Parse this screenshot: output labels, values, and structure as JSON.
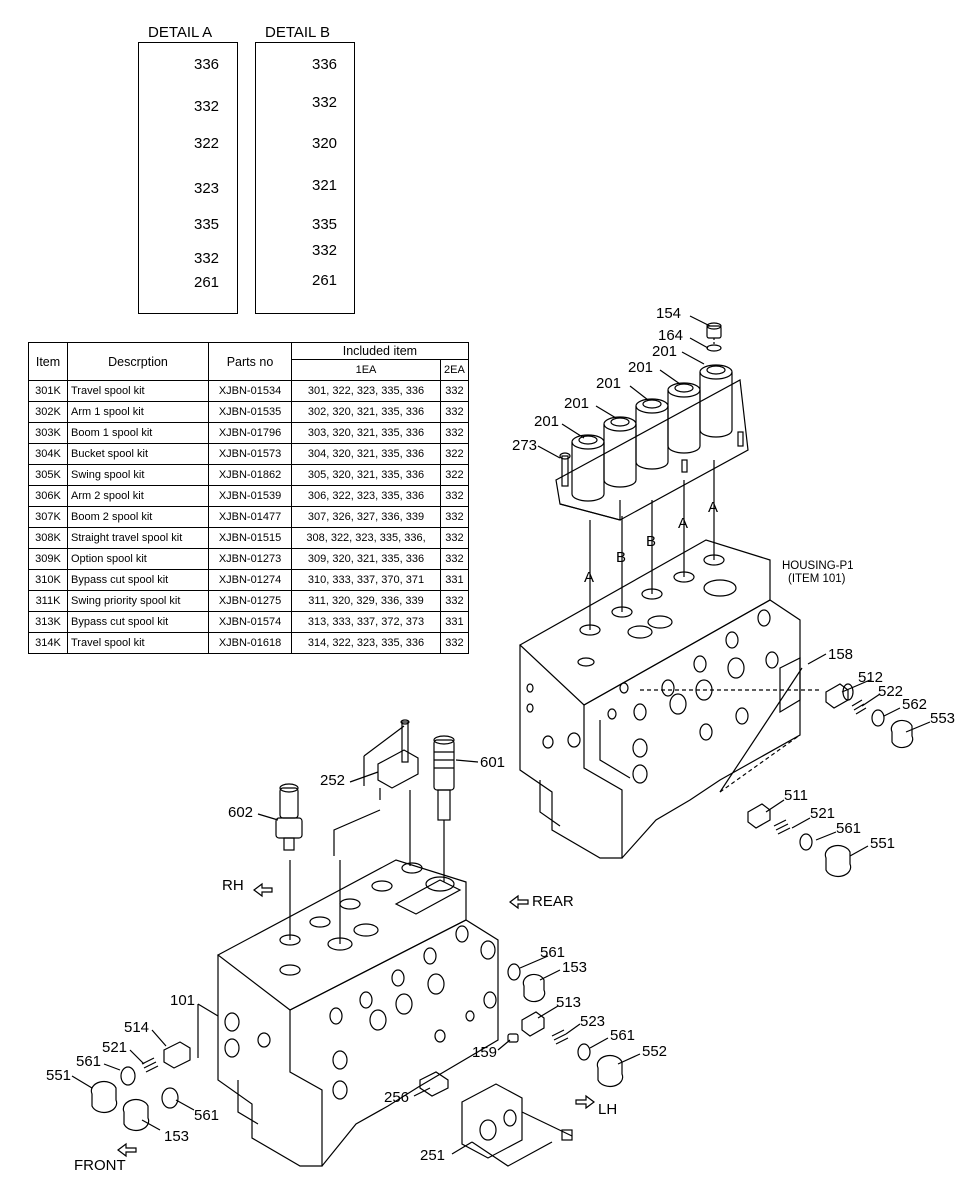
{
  "detail_a": {
    "title": "DETAIL A",
    "parts": [
      "336",
      "332",
      "322",
      "323",
      "335",
      "332",
      "261"
    ]
  },
  "detail_b": {
    "title": "DETAIL B",
    "parts": [
      "336",
      "332",
      "320",
      "321",
      "335",
      "332",
      "261"
    ]
  },
  "kit_table": {
    "headers": {
      "item": "Item",
      "description": "Descrption",
      "parts_no": "Parts no",
      "included": "Included item",
      "one_ea": "1EA",
      "two_ea": "2EA"
    },
    "rows": [
      {
        "item": "301K",
        "desc": "Travel spool kit",
        "part": "XJBN-01534",
        "one": "301, 322, 323, 335, 336",
        "two": "332"
      },
      {
        "item": "302K",
        "desc": "Arm 1 spool kit",
        "part": "XJBN-01535",
        "one": "302, 320, 321, 335, 336",
        "two": "332"
      },
      {
        "item": "303K",
        "desc": "Boom 1 spool kit",
        "part": "XJBN-01796",
        "one": "303, 320, 321, 335, 336",
        "two": "332"
      },
      {
        "item": "304K",
        "desc": "Bucket spool kit",
        "part": "XJBN-01573",
        "one": "304, 320, 321, 335, 336",
        "two": "322"
      },
      {
        "item": "305K",
        "desc": "Swing spool kit",
        "part": "XJBN-01862",
        "one": "305, 320, 321, 335, 336",
        "two": "322"
      },
      {
        "item": "306K",
        "desc": "Arm 2 spool kit",
        "part": "XJBN-01539",
        "one": "306, 322, 323, 335, 336",
        "two": "332"
      },
      {
        "item": "307K",
        "desc": "Boom 2 spool kit",
        "part": "XJBN-01477",
        "one": "307, 326, 327, 336, 339",
        "two": "332"
      },
      {
        "item": "308K",
        "desc": "Straight travel spool kit",
        "part": "XJBN-01515",
        "one": "308, 322, 323, 335, 336,",
        "two": "332"
      },
      {
        "item": "309K",
        "desc": "Option spool kit",
        "part": "XJBN-01273",
        "one": "309, 320, 321, 335, 336",
        "two": "332"
      },
      {
        "item": "310K",
        "desc": "Bypass cut spool kit",
        "part": "XJBN-01274",
        "one": "310, 333, 337, 370, 371",
        "two": "331"
      },
      {
        "item": "311K",
        "desc": "Swing priority spool kit",
        "part": "XJBN-01275",
        "one": "311, 320, 329, 336, 339",
        "two": "332"
      },
      {
        "item": "313K",
        "desc": "Bypass cut spool kit",
        "part": "XJBN-01574",
        "one": "313, 333, 337, 372, 373",
        "two": "331"
      },
      {
        "item": "314K",
        "desc": "Travel spool kit",
        "part": "XJBN-01618",
        "one": "314, 322, 323, 335, 336",
        "two": "332"
      }
    ]
  },
  "upper_assembly": {
    "housing_label": "HOUSING-P1",
    "housing_item": "(ITEM 101)",
    "detail_refs": [
      "A",
      "B",
      "B",
      "A",
      "A"
    ],
    "parts": {
      "p154": "154",
      "p164": "164",
      "p201a": "201",
      "p201b": "201",
      "p201c": "201",
      "p201d": "201",
      "p201e": "201",
      "p273": "273",
      "p158": "158",
      "p512": "512",
      "p522": "522",
      "p562": "562",
      "p553": "553",
      "p511": "511",
      "p521": "521",
      "p561": "561",
      "p551": "551"
    }
  },
  "lower_assembly": {
    "directions": {
      "rh": "RH",
      "rear": "REAR",
      "lh": "LH",
      "front": "FRONT"
    },
    "parts": {
      "p252": "252",
      "p601": "601",
      "p602": "602",
      "p101": "101",
      "p514": "514",
      "p521": "521",
      "p561a": "561",
      "p551": "551",
      "p153a": "153",
      "p561b": "561",
      "p561c": "561",
      "p153b": "153",
      "p513": "513",
      "p523": "523",
      "p561d": "561",
      "p552": "552",
      "p159": "159",
      "p256": "256",
      "p251": "251"
    }
  }
}
